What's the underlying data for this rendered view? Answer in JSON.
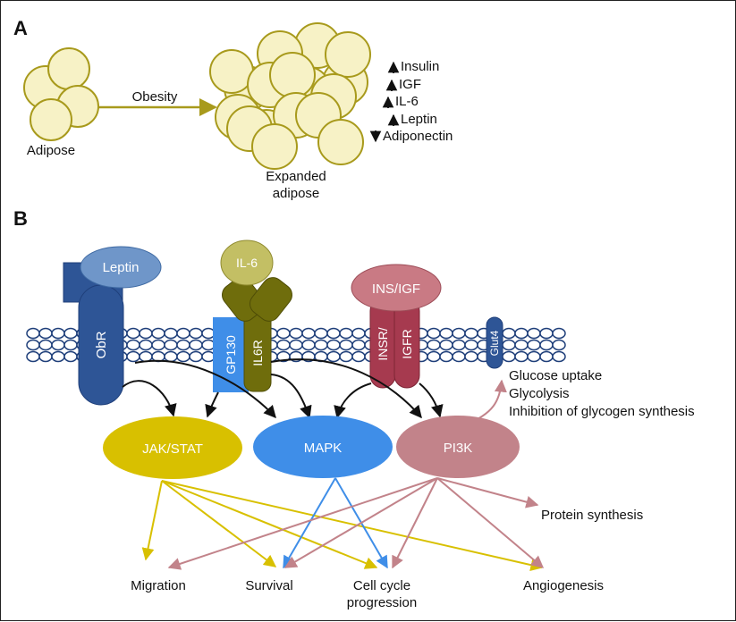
{
  "panel_a": {
    "letter": "A",
    "normal_label": "Adipose",
    "arrow_label": "Obesity",
    "expanded_label_line1": "Expanded",
    "expanded_label_line2": "adipose",
    "changes": [
      {
        "label": "Insulin",
        "direction": "up"
      },
      {
        "label": "IGF",
        "direction": "up"
      },
      {
        "label": "IL-6",
        "direction": "up"
      },
      {
        "label": "Leptin",
        "direction": "up"
      },
      {
        "label": "Adiponectin",
        "direction": "down"
      }
    ]
  },
  "panel_b": {
    "letter": "B",
    "receptors": {
      "leptin": "Leptin",
      "obr": "ObR",
      "il6": "IL-6",
      "gp130": "GP130",
      "il6r": "IL6R",
      "insigf": "INS/IGF",
      "insr": "INSR/",
      "igfr": "IGFR",
      "glut4": "Glut4"
    },
    "pathways": {
      "jakstat": "JAK/STAT",
      "mapk": "MAPK",
      "pi3k": "PI3K"
    },
    "glucose_effects": [
      "Glucose uptake",
      "Glycolysis",
      "Inhibition of glycogen synthesis"
    ],
    "outcomes": {
      "migration": "Migration",
      "survival": "Survival",
      "cell_cycle_line1": "Cell cycle",
      "cell_cycle_line2": "progression",
      "angiogenesis": "Angiogenesis",
      "protein_synthesis": "Protein synthesis"
    }
  },
  "colors": {
    "adipocyte_fill": "#f7f2c6",
    "adipocyte_stroke": "#a89a1c",
    "membrane": "#1f3f7a",
    "obr": "#2e5596",
    "leptin": "#6f96c9",
    "il6r": "#6f6d0c",
    "il6": "#c3bf64",
    "gp130": "#3f8ee8",
    "receptor_red": "#a63a4f",
    "ins_igf": "#c97a84",
    "jakstat": "#d8c000",
    "mapk": "#3f8ee8",
    "pi3k": "#c2838a"
  }
}
